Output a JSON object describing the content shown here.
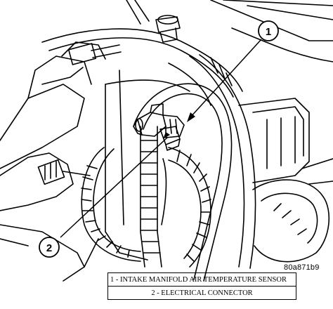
{
  "callouts": [
    {
      "number": "1"
    },
    {
      "number": "2"
    }
  ],
  "figure_id": "80a871b9",
  "legend": [
    {
      "text": "1 - INTAKE MANIFOLD AIR TEMPERATURE SENSOR"
    },
    {
      "text": "2 - ELECTRICAL CONNECTOR"
    }
  ]
}
